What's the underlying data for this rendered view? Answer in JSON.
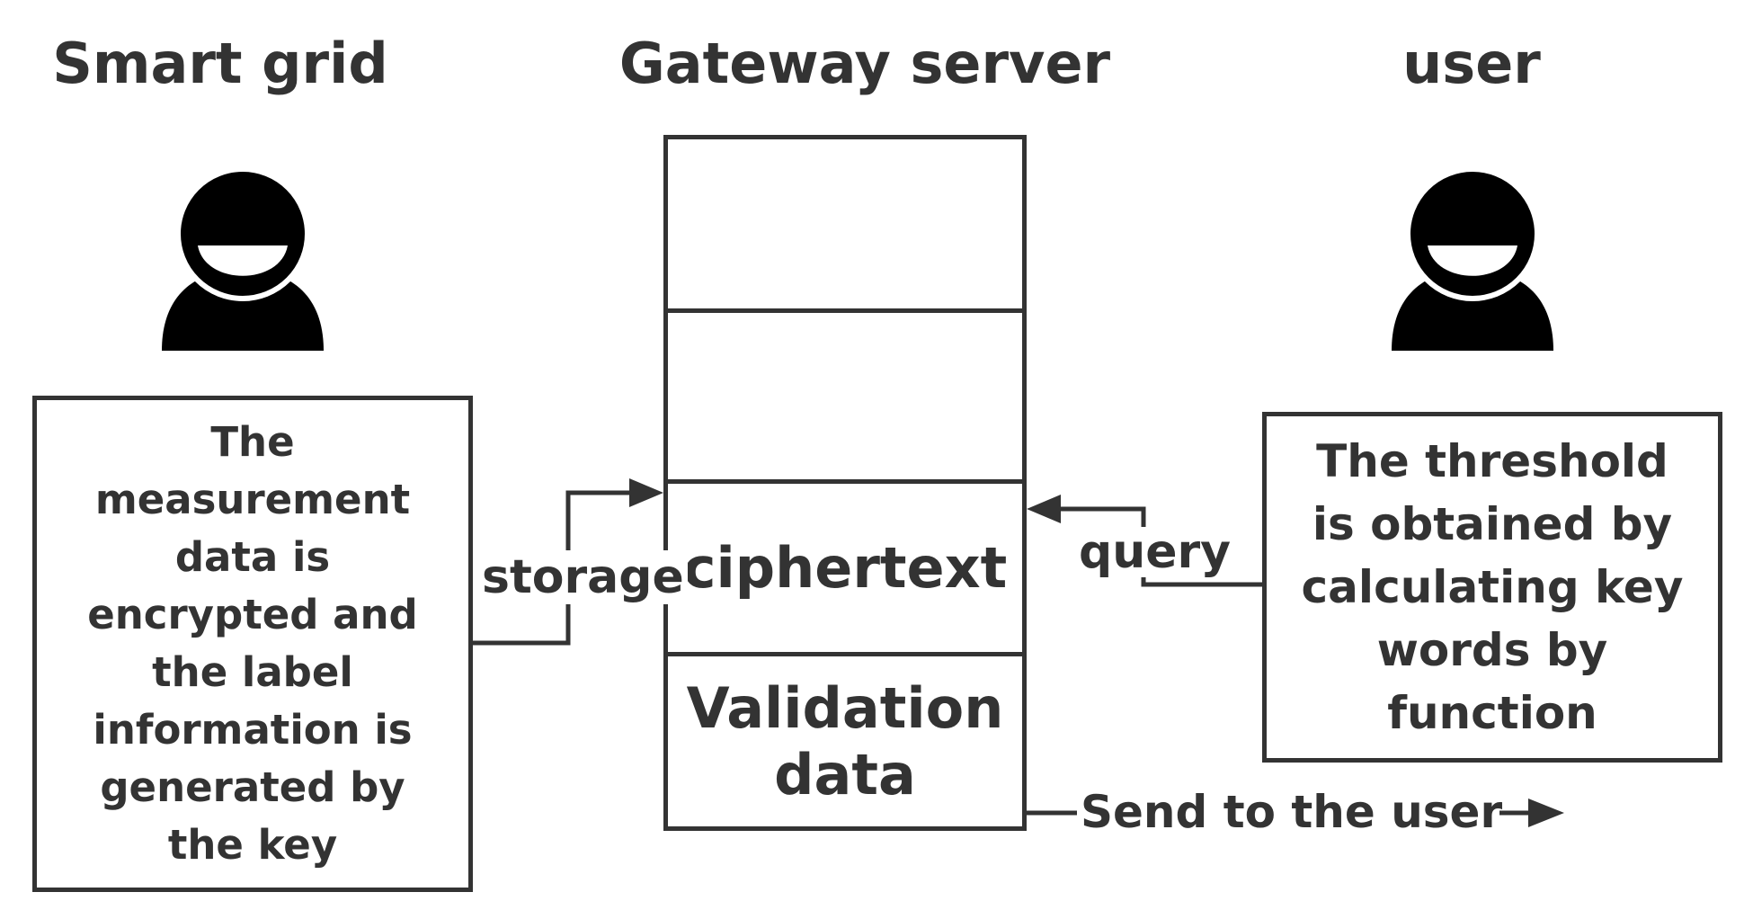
{
  "headings": {
    "smart_grid": "Smart grid",
    "gateway_server": "Gateway server",
    "user": "user"
  },
  "smart_grid_box": {
    "text": "The measurement data is encrypted and the label information is generated by the key"
  },
  "server": {
    "cells": [
      "",
      "",
      "ciphertext",
      "Validation data"
    ]
  },
  "user_box": {
    "text": "The threshold is obtained by calculating key words by function"
  },
  "edges": {
    "storage": "storage",
    "query": "query",
    "send": "Send to the user"
  },
  "icons": {
    "smart_grid_avatar": "smiling-person-icon",
    "user_avatar": "smiling-person-icon"
  },
  "colors": {
    "stroke": "#333333",
    "icon": "#000000"
  }
}
